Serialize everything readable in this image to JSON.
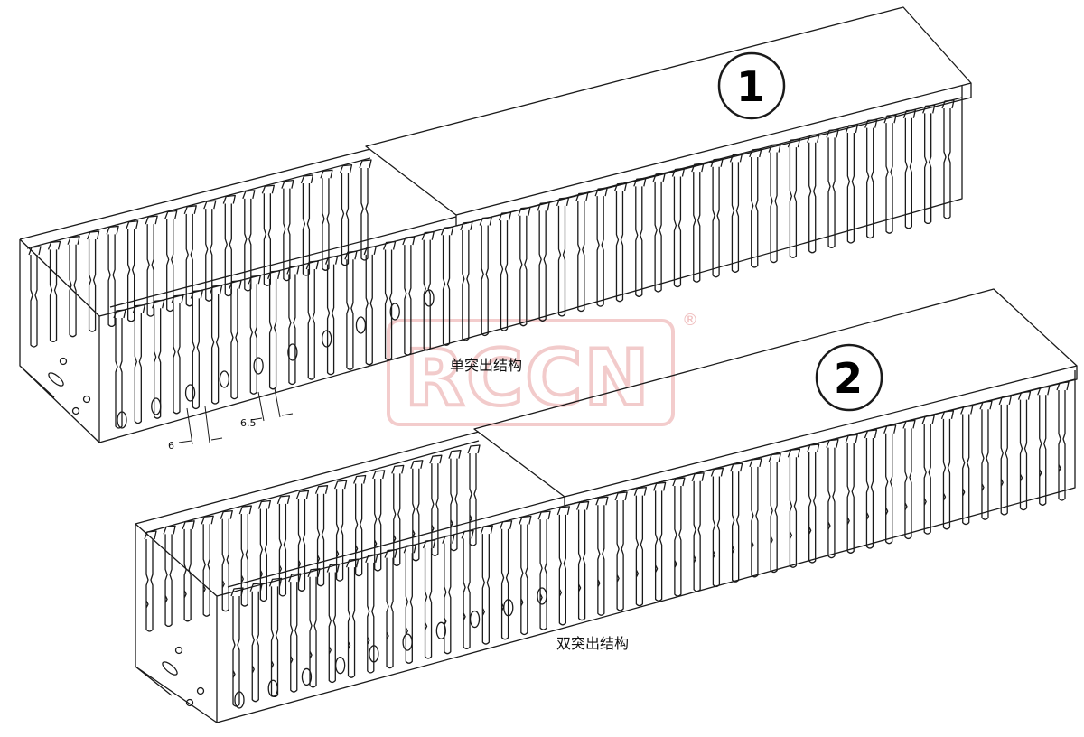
{
  "diagram": {
    "brand": {
      "name": "RCCN",
      "mark": "®"
    },
    "ducts": [
      {
        "number": "1",
        "caption": "单突出结构",
        "dimensions": [
          "6",
          "6.5"
        ]
      },
      {
        "number": "2",
        "caption": "双突出结构"
      }
    ],
    "colors": {
      "line": "#1a1a1a",
      "watermark": "#e9a2a2",
      "background": "#ffffff"
    }
  }
}
